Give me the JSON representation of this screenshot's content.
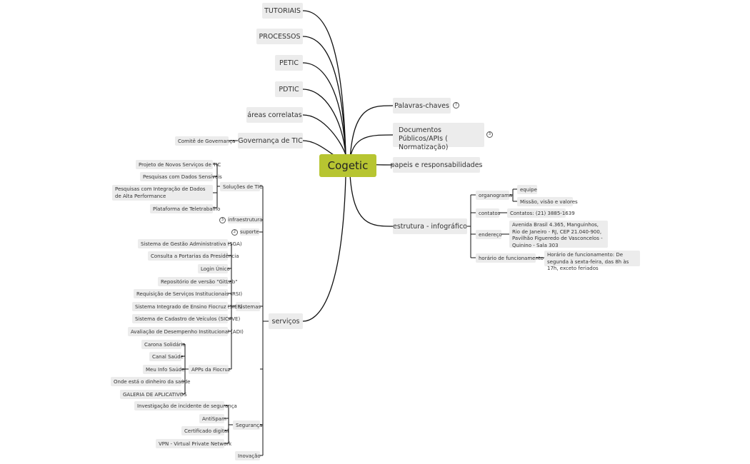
{
  "central": "Cogetic",
  "left_top": [
    "TUTORIAIS",
    "PROCESSOS",
    "PETIC",
    "PDTIC",
    "áreas correlatas",
    "Governança de TIC"
  ],
  "comite": "Comitê de Governança",
  "right": {
    "palavras": "Palavras-chaves",
    "documentos": "Documentos Públicos/APIs ( Normatização)",
    "papeis": "papeis e responsabilidades",
    "estrutura": "estrutura - infográfico",
    "organograma": "organograma",
    "equipe": "equipe",
    "missao": "Missão, visão e valores",
    "contatos": "contatos",
    "contatos_valor": "Contatos: (21) 3885-1639",
    "endereco": "endereço",
    "endereco_valor": "Avenida Brasil 4.365, Manguinhos, Rio de Janeiro - RJ, CEP 21.040-900, Pavilhão Figueredo de Vasconcelos - Quinino - Sala 303",
    "horario": "horário de funcionamento",
    "horario_valor": "Horário de funcionamento: De segunda à sexta-feira, das 8h às 17h, exceto feriados"
  },
  "servicos": {
    "label": "serviços",
    "solucoes": "Soluções de TIC",
    "solucoes_items": [
      "Projeto de Novos Serviços de TIC",
      "Pesquisas com Dados Sensíveis",
      "Pesquisas com Integração de Dados de Alta Performance",
      "Plataforma de Teletrabalho"
    ],
    "infraestrutura": "infraestrutura",
    "suporte": "suporte",
    "sistemas": "sistemas",
    "sistemas_items": [
      "Sistema de Gestão Administrativa (SGA)",
      "Consulta a Portarias da Presidência",
      "Login Único",
      "Repositório de versão \"GitLab\"",
      "Requisição de Serviços Institucionais (RSI)",
      "Sistema Integrado de Ensino Fiocruz (SIEF)",
      "Sistema de Cadastro de Veículos (SICAVE)",
      "Avaliação de Desempenho Institucional (ADI)"
    ],
    "apps": "APPs da Fiocruz",
    "apps_items": [
      "Carona Solidária",
      "Canal Saúde",
      "Meu Info Saúde",
      "Onde está o dinheiro da saúde",
      "GALERIA DE APLICATIVOS"
    ],
    "seguranca": "Segurança",
    "seguranca_items": [
      "Investigação de incidente de segurança",
      "AntiSpam",
      "Certificado digital",
      "VPN - Virtual Private Network"
    ],
    "inovacao": "Inovação"
  },
  "badges": {
    "palavras": "7",
    "documentos": "3",
    "infraestrutura": "3",
    "suporte": "2"
  },
  "colors": {
    "central": "#b7c531",
    "node": "#ececec",
    "line": "#111111"
  }
}
